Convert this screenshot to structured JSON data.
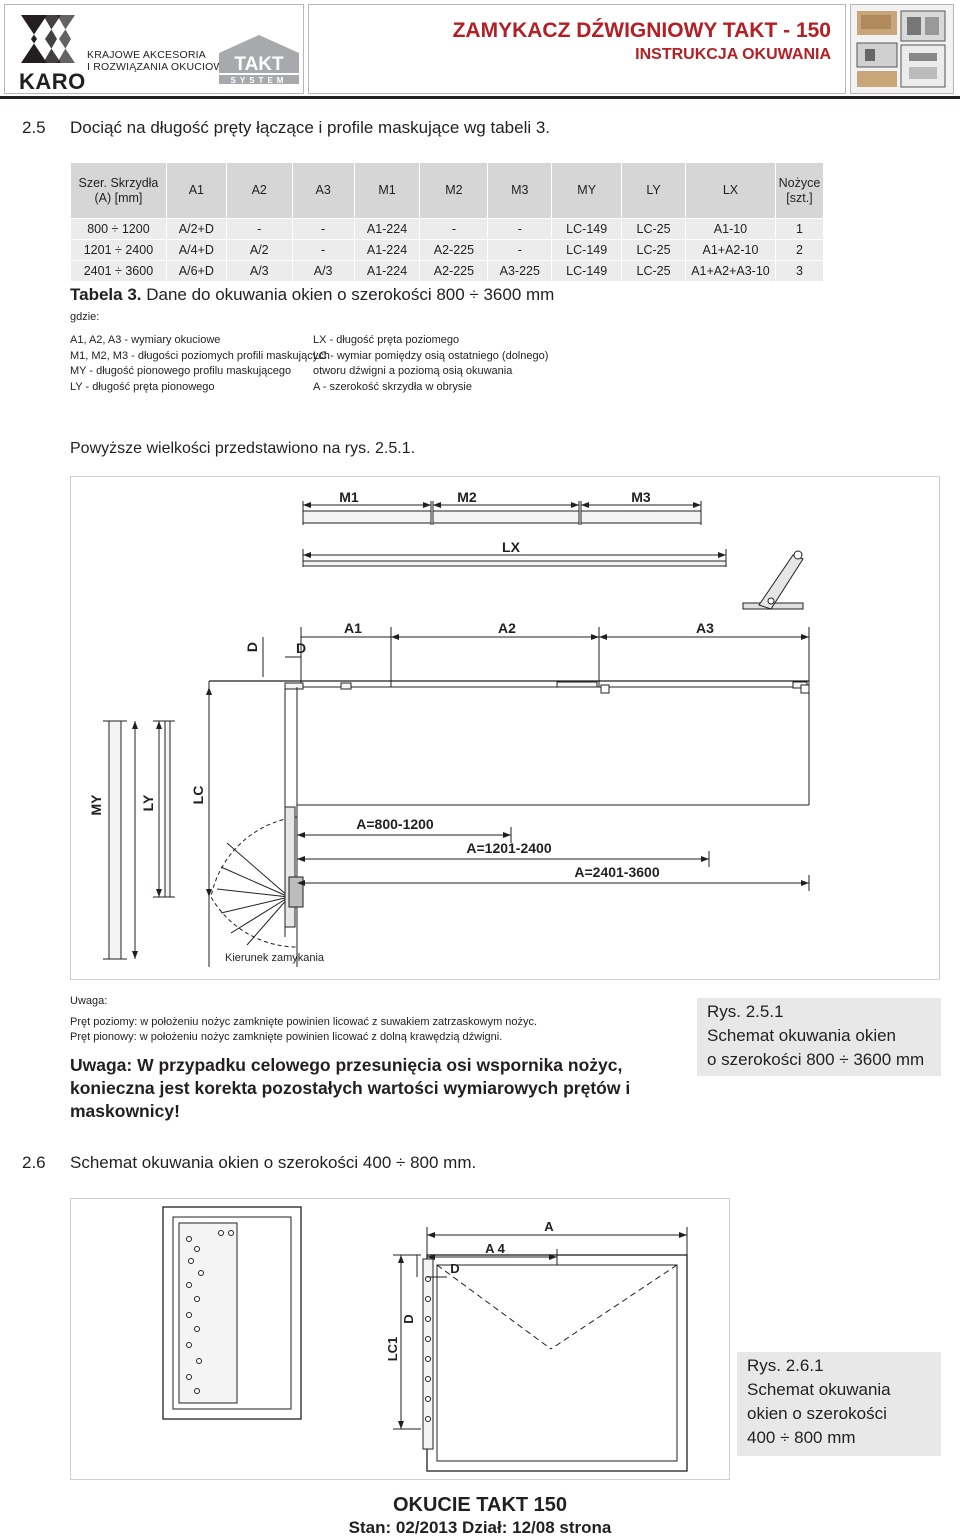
{
  "header": {
    "company_logo_text": "KARO",
    "company_line1": "KRAJOWE AKCESORIA",
    "company_line2": "I ROZWIĄZANIA OKUCIOWE",
    "takt_logo_text": "TAKT",
    "takt_logo_sub": "SYSTEM",
    "title": "ZAMYKACZ DŹWIGNIOWY TAKT - 150",
    "subtitle": "INSTRUKCJA OKUWANIA",
    "brand_color": "#b31f24"
  },
  "section_2_5": {
    "number": "2.5",
    "text": "Dociąć na  długość pręty łączące i profile maskujące wg tabeli 3."
  },
  "table3": {
    "headers": [
      "Szer. Skrzydła (A) [mm]",
      "A1",
      "A2",
      "A3",
      "M1",
      "M2",
      "M3",
      "MY",
      "LY",
      "LX",
      "Nożyce [szt.]"
    ],
    "rows": [
      [
        "800 ÷ 1200",
        "A/2+D",
        "-",
        "-",
        "A1-224",
        "-",
        "-",
        "LC-149",
        "LC-25",
        "A1-10",
        "1"
      ],
      [
        "1201 ÷ 2400",
        "A/4+D",
        "A/2",
        "-",
        "A1-224",
        "A2-225",
        "-",
        "LC-149",
        "LC-25",
        "A1+A2-10",
        "2"
      ],
      [
        "2401 ÷ 3600",
        "A/6+D",
        "A/3",
        "A/3",
        "A1-224",
        "A2-225",
        "A3-225",
        "LC-149",
        "LC-25",
        "A1+A2+A3-10",
        "3"
      ]
    ],
    "caption_bold": "Tabela 3.",
    "caption_text": " Dane do okuwania okien o szerokości 800 ÷ 3600 mm"
  },
  "legend": {
    "intro": "gdzie:",
    "left": [
      "A1, A2, A3 - wymiary okuciowe",
      "M1, M2, M3 - długości poziomych profili maskujących",
      "MY - długość pionowego profilu maskującego",
      "LY - długość pręta pionowego"
    ],
    "right": [
      "LX - długość pręta poziomego",
      "LC - wymiar pomiędzy osią ostatniego (dolnego)",
      "otworu dźwigni a poziomą osią okuwania",
      "A - szerokość skrzydła w obrysie"
    ]
  },
  "paragraph": "Powyższe wielkości przedstawiono na rys. 2.5.1.",
  "figure1": {
    "labels": {
      "m1": "M1",
      "m2": "M2",
      "m3": "M3",
      "lx": "LX",
      "a1": "A1",
      "a2": "A2",
      "a3": "A3",
      "d_vertical": "D",
      "d_horizontal": "D",
      "my": "MY",
      "ly": "LY",
      "lc": "LC",
      "range1": "A=800-1200",
      "range2": "A=1201-2400",
      "range3": "A=2401-3600",
      "direction": "Kierunek zamykania"
    }
  },
  "notes": {
    "title": "Uwaga:",
    "line1": "Pręt poziomy: w położeniu nożyc zamknięte powinien licować z suwakiem zatrzaskowym nożyc.",
    "line2": "Pręt pionowy: w położeniu nożyc zamknięte powinien licować z dolną krawędzią dźwigni.",
    "warning": "Uwaga: W przypadku celowego przesunięcia osi wspornika nożyc, konieczna jest korekta pozostałych wartości wymiarowych prętów i maskownicy!"
  },
  "caption_fig1": {
    "line1": "Rys. 2.5.1",
    "line2": "Schemat okuwania okien",
    "line3": "o szerokości 800 ÷ 3600 mm"
  },
  "section_2_6": {
    "number": "2.6",
    "text": "Schemat okuwania okien o szerokości 400 ÷ 800 mm."
  },
  "figure2": {
    "labels": {
      "a": "A",
      "a4": "A 4",
      "d_horizontal": "D",
      "lc1": "LC1",
      "d_vertical": "D"
    }
  },
  "caption_fig2": {
    "line1": "Rys. 2.6.1",
    "line2": "Schemat okuwania",
    "line3": "okien o szerokości",
    "line4": "400 ÷ 800 mm"
  },
  "footer": {
    "product": "OKUCIE TAKT 150",
    "status": "Stan: 02/2013  Dział: 12/08 strona"
  }
}
